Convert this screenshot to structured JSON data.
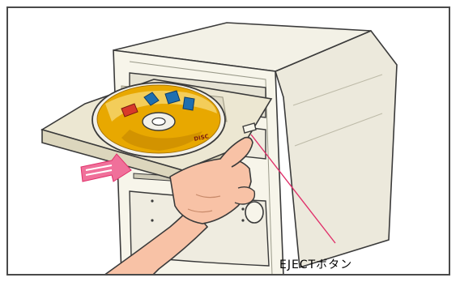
{
  "callout": {
    "label": "EJECTボタン"
  },
  "disc": {
    "label_text": "DISC"
  },
  "colors": {
    "arrow": "#f0709a",
    "callout_line": "#e0306a",
    "tower_body": "#f7f5ea",
    "tower_shade": "#e6e3d4",
    "tray": "#ece7d2",
    "disc_label": "#e8a800",
    "skin": "#f8c2a6",
    "outline": "#3a3a3a"
  },
  "icons": {
    "insert_arrow": "double-chevron-right-arrow",
    "eject": "eject-button"
  }
}
